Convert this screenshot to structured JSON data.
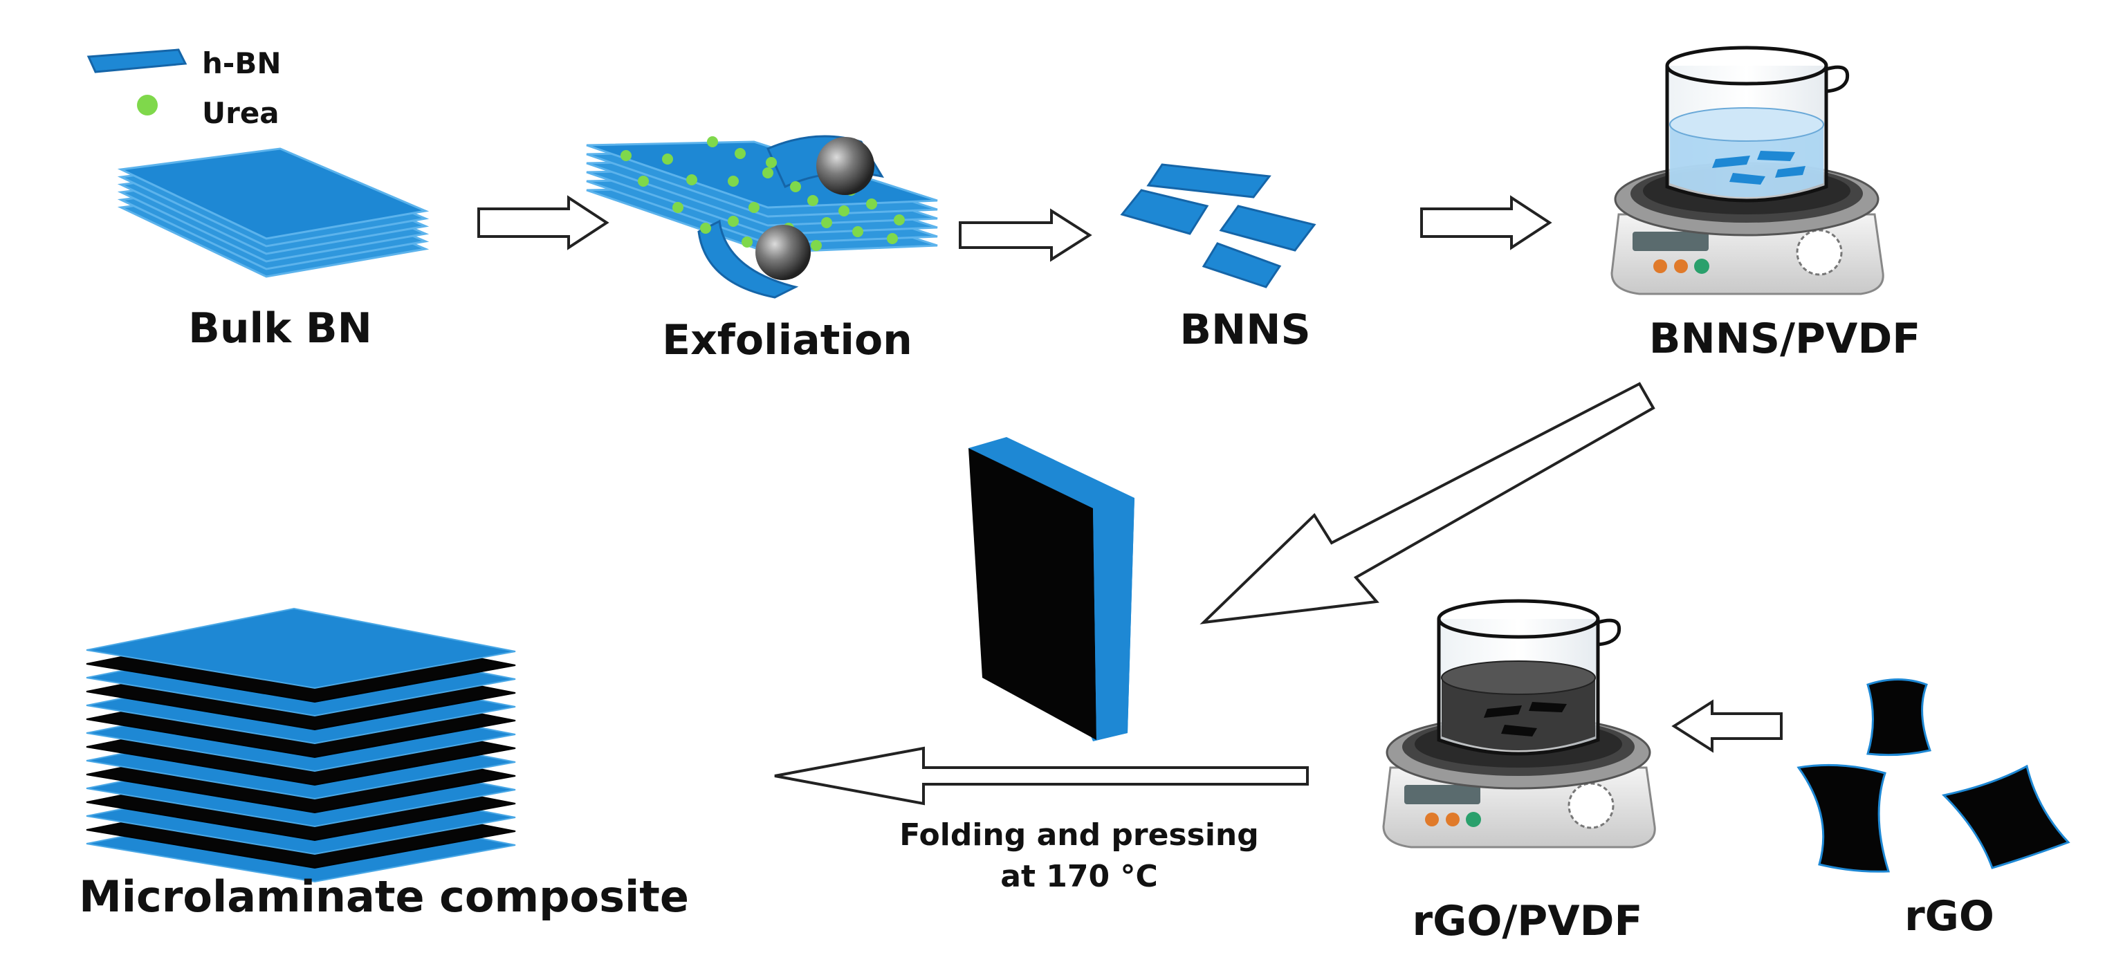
{
  "legend": {
    "hbn_label": "h-BN",
    "urea_label": "Urea"
  },
  "stages": {
    "bulk_bn": "Bulk BN",
    "exfoliation": "Exfoliation",
    "bnns": "BNNS",
    "bnns_pvdf": "BNNS/PVDF",
    "rgo": "rGO",
    "rgo_pvdf": "rGO/PVDF",
    "microlaminate": "Microlaminate composite"
  },
  "process": {
    "line1": "Folding and pressing",
    "line2": "at 170 °C"
  },
  "colors": {
    "hbn_blue": "#1e88d4",
    "hbn_blue_dark": "#1565a8",
    "urea_green": "#7fd84b",
    "rgo_black": "#050505",
    "arrow_stroke": "#222222"
  },
  "icons": {
    "hotplate_stirrer": "hotplate-stirrer-icon",
    "milling_ball": "milling-ball-icon"
  }
}
